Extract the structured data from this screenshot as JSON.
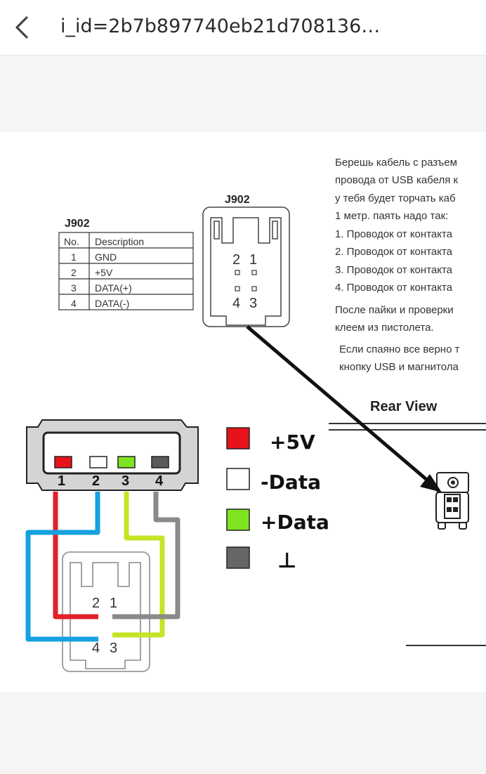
{
  "header": {
    "title": "i_id=2b7b897740eb21d708136…",
    "back_icon": "chevron-left-icon"
  },
  "image": {
    "table": {
      "title": "J902",
      "headers": [
        "No.",
        "Description"
      ],
      "rows": [
        {
          "no": "1",
          "desc": "GND"
        },
        {
          "no": "2",
          "desc": "+5V"
        },
        {
          "no": "3",
          "desc": "DATA(+)"
        },
        {
          "no": "4",
          "desc": "DATA(-)"
        }
      ]
    },
    "connector": {
      "title": "J902",
      "pin1": "1",
      "pin2": "2",
      "pin3": "3",
      "pin4": "4"
    },
    "instructions": [
      "Берешь кабель с разъем",
      "провода от USB кабеля к",
      "у тебя будет торчать каб",
      "1 метр. паять надо так:",
      "1. Проводок от контакта",
      "2. Проводок от контакта",
      "3. Проводок от контакта",
      "4. Проводок от контакта",
      "После пайки и проверки",
      "клеем из пистолета.",
      "Если спаяно все верно т",
      "кнопку USB и магнитола"
    ],
    "rear_view": "Rear View",
    "usb_pins": [
      "1",
      "2",
      "3",
      "4"
    ],
    "bottom_connector_pins": {
      "p1": "1",
      "p2": "2",
      "p3": "3",
      "p4": "4"
    },
    "legend": [
      {
        "label": "+5V",
        "color": "#e8131a"
      },
      {
        "label": "-Data",
        "color": "#ffffff"
      },
      {
        "label": "+Data",
        "color": "#7fe321"
      },
      {
        "label": "⊥",
        "color": "#666666"
      }
    ],
    "wire_colors": {
      "red": "#e32027",
      "blue": "#15a1e0",
      "green": "#c4e425",
      "gray": "#8a8a8a"
    }
  }
}
